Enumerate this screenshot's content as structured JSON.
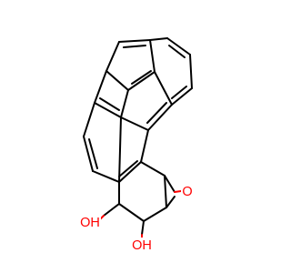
{
  "molecule": {
    "atoms": {
      "epoxide_oxygen": {
        "label": "O",
        "color": "#ff0000"
      },
      "hydroxyl_upper": {
        "label": "OH",
        "color": "#ff0000"
      },
      "hydroxyl_lower": {
        "label": "OH",
        "color": "#ff0000"
      }
    },
    "bond_color": "#000000",
    "heteroatom_color": "#ff0000"
  }
}
